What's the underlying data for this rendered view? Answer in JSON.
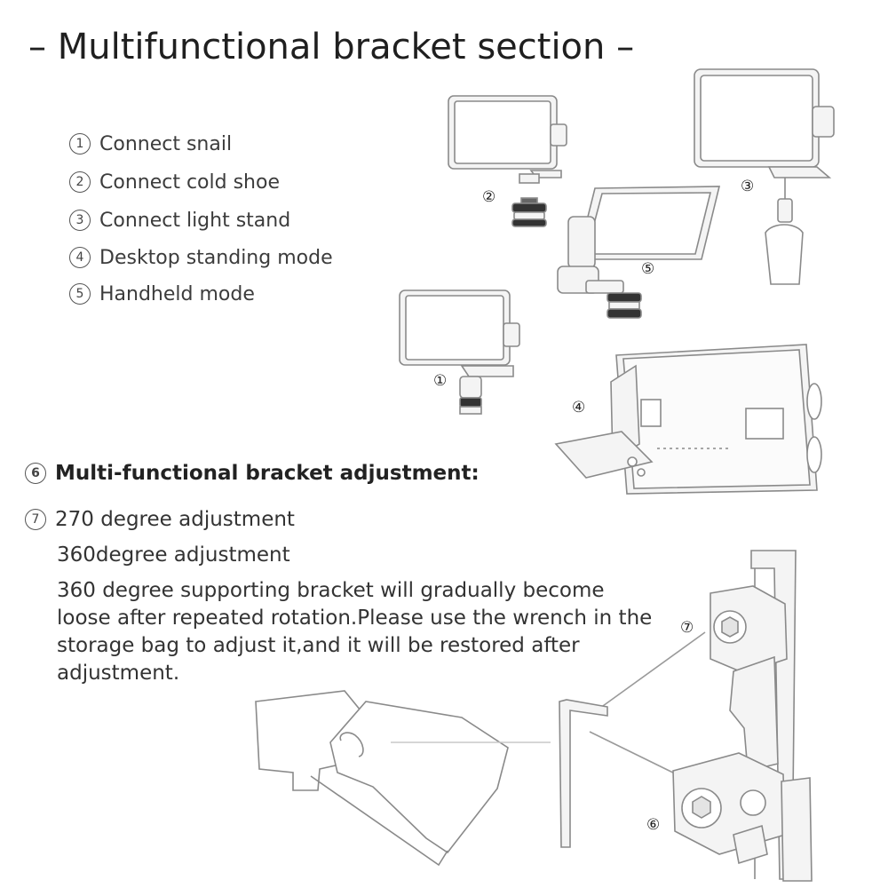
{
  "title": "– Multifunctional bracket section –",
  "features": [
    {
      "num": "1",
      "label": "Connect snail"
    },
    {
      "num": "2",
      "label": "Connect cold shoe"
    },
    {
      "num": "3",
      "label": "Connect light stand"
    },
    {
      "num": "4",
      "label": "Desktop standing mode"
    },
    {
      "num": "5",
      "label": "Handheld mode"
    }
  ],
  "section6": {
    "num": "6",
    "label": "Multi-functional bracket adjustment:"
  },
  "section7": {
    "num": "7",
    "label": "270 degree adjustment"
  },
  "sub_label": "360degree adjustment",
  "note": "360 degree supporting bracket will gradually become loose after repeated rotation.Please use the wrench in the storage bag to adjust it,and it will be restored after adjustment.",
  "figure_labels": {
    "l1": "①",
    "l2": "②",
    "l3": "③",
    "l4": "④",
    "l5": "⑤",
    "l6": "⑥",
    "l7": "⑦"
  },
  "colors": {
    "line": "#8a8a8a",
    "panel": "#f4f4f4",
    "screen": "#ffffff",
    "dark": "#222222"
  }
}
